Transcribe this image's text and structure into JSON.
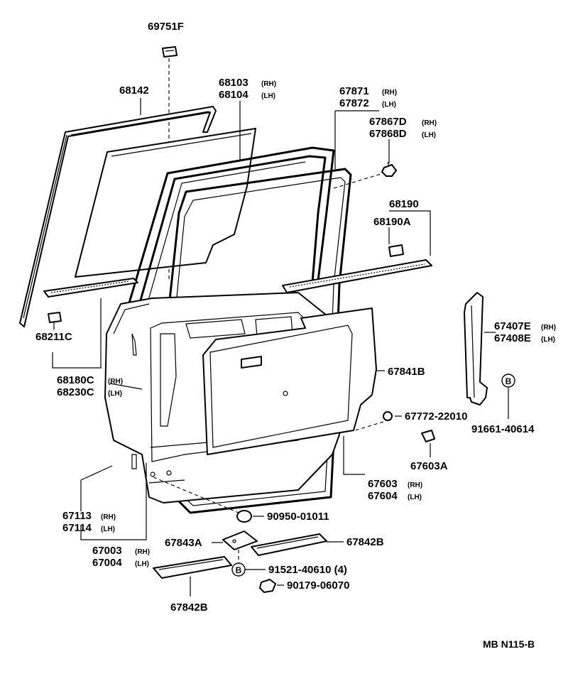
{
  "labels": {
    "p69751F": "69751F",
    "p68142": "68142",
    "p68103": "68103",
    "p68104": "68104",
    "p67871": "67871",
    "p67872": "67872",
    "p67867D": "67867D",
    "p67868D": "67868D",
    "p68190": "68190",
    "p68190A": "68190A",
    "p68211C": "68211C",
    "p68180C": "68180C",
    "p68230C": "68230C",
    "p67841B": "67841B",
    "p67407E": "67407E",
    "p67408E": "67408E",
    "p67772": "67772-22010",
    "p91661": "91661-40614",
    "p67603A": "67603A",
    "p67603": "67603",
    "p67604": "67604",
    "p67113": "67113",
    "p67114": "67114",
    "p90950": "90950-01011",
    "p67003": "67003",
    "p67004": "67004",
    "p67843A": "67843A",
    "p67842B_right": "67842B",
    "p91521": "91521-40610 (4)",
    "p90179": "90179-06070",
    "p67842B_left": "67842B"
  },
  "suffixes": {
    "rh_small": "(RH)",
    "lh_small": "(LH)",
    "rh_paren": "(RH)",
    "lh_paren": "(LH)"
  },
  "markers": {
    "bolt_b": "B"
  },
  "footer": {
    "code": "MB  N115-B"
  }
}
